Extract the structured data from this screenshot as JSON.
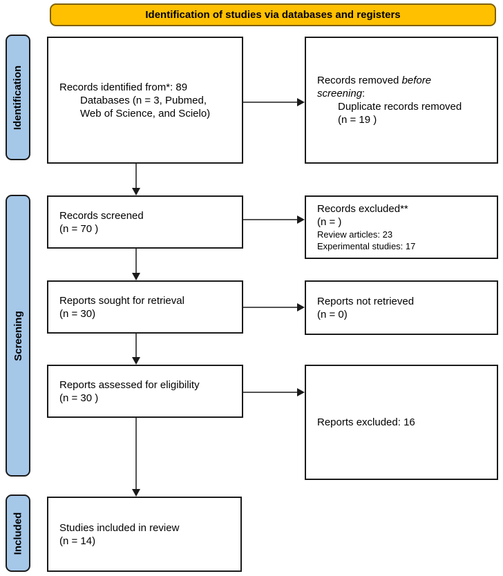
{
  "banner": {
    "title": "Identification of studies via databases and registers"
  },
  "colors": {
    "banner_fill": "#FFC000",
    "banner_border": "#7F6000",
    "sidebar_fill": "#A5C7E8",
    "box_border": "#1A1A1A",
    "arrow": "#1A1A1A"
  },
  "sidebar_labels": {
    "identification": "Identification",
    "screening": "Screening",
    "included": "Included"
  },
  "boxes": {
    "records_identified": {
      "line1": "Records identified from*: 89",
      "line2": "Databases (n = 3, Pubmed,",
      "line3": "Web of Science, and Scielo)"
    },
    "records_removed": {
      "line1_text": "Records removed ",
      "line1_italic": "before",
      "line2_italic": "screening",
      "line2_text": ":",
      "line3": "Duplicate records removed",
      "line4": "(n = 19 )"
    },
    "records_screened": {
      "line1": "Records screened",
      "line2": "(n = 70 )"
    },
    "records_excluded": {
      "line1": "Records excluded**",
      "line2": "(n = )",
      "line3": "Review articles: 23",
      "line4": "Experimental studies: 17"
    },
    "reports_sought": {
      "line1": "Reports sought for retrieval",
      "line2": "(n = 30)"
    },
    "reports_not_retrieved": {
      "line1": "Reports not retrieved",
      "line2": "(n = 0)"
    },
    "reports_assessed": {
      "line1": "Reports assessed for eligibility",
      "line2": "(n = 30 )"
    },
    "reports_excluded": {
      "line1": "Reports excluded: 16"
    },
    "studies_included": {
      "line1": "Studies included in review",
      "line2": "(n = 14)"
    }
  }
}
